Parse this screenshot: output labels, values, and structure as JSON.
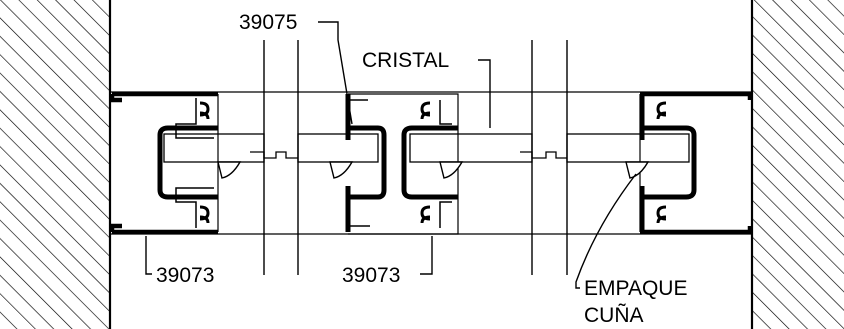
{
  "labels": {
    "profile_top": "39075",
    "glass": "CRISTAL",
    "profile_bottom_left": "39073",
    "profile_bottom_center": "39073",
    "gasket_line1": "EMPAQUE",
    "gasket_line2": "CUÑA"
  },
  "colors": {
    "ink": "#000000",
    "paper": "#ffffff"
  }
}
